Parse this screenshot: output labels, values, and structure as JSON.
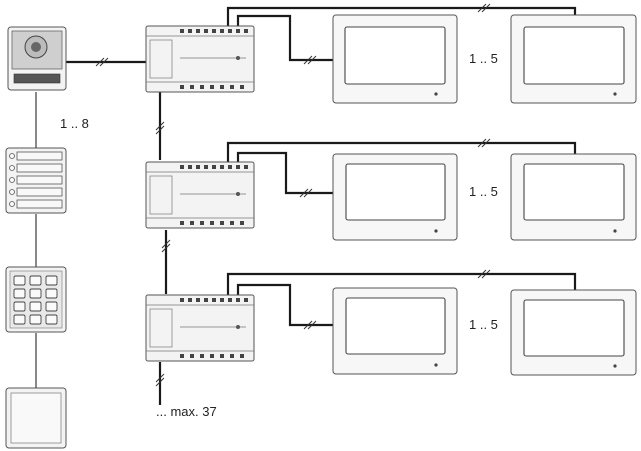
{
  "labels": {
    "modules_count": "1 .. 8",
    "monitors_row1": "1 .. 5",
    "monitors_row2": "1 .. 5",
    "monitors_row3": "1 .. 5",
    "max_distributors": "...  max. 37"
  },
  "modules": [
    "camera-module",
    "button-module",
    "keypad-module",
    "blank-module"
  ],
  "distributors": [
    "distributor-1",
    "distributor-2",
    "distributor-3"
  ],
  "monitor_rows": [
    [
      "monitor-1-1",
      "monitor-1-2"
    ],
    [
      "monitor-2-1",
      "monitor-2-2"
    ],
    [
      "monitor-3-1",
      "monitor-3-2"
    ]
  ]
}
